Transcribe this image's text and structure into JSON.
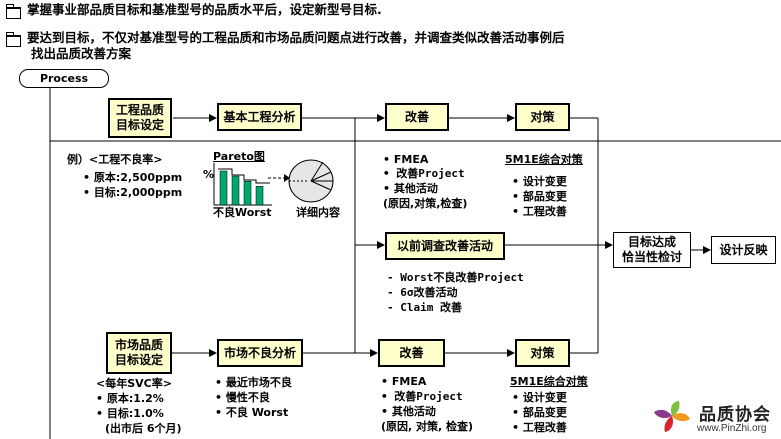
{
  "header": {
    "line1": "掌握事业部品质目标和基准型号的品质水平后，设定新型号目标.",
    "line2": "要达到目标，不仅对基准型号的工程品质和市场品质问题点进行改善，并调查类似改善活动事例后",
    "line3": "找出品质改善方案"
  },
  "process_label": "Process",
  "top_row": {
    "goal_box": [
      "工程品质",
      "目标设定"
    ],
    "analysis_box": "基本工程分析",
    "improve_box": "改善",
    "measure_box": "对策"
  },
  "example": {
    "title": "例）<工程不良率>",
    "items": [
      "• 原本:2,500ppm",
      "• 目标:2,000ppm"
    ],
    "pareto_title": "Pareto图",
    "pareto_percent": "%",
    "pareto_caption": "不良Worst",
    "pie_caption": "详细内容",
    "pareto_values": [
      100,
      85,
      70,
      55
    ]
  },
  "improve_top": {
    "items": [
      "• FMEA",
      "• 改善Project",
      "• 其他活动",
      "(原因,对策,检查)"
    ]
  },
  "measure_top": {
    "title": "5M1E综合对策",
    "items": [
      "• 设计变更",
      "• 部品变更",
      "• 工程改善"
    ]
  },
  "middle": {
    "survey_box": "以前调查改善活动",
    "survey_items": [
      "- Worst不良改善Project",
      "- 6σ改善活动",
      "- Claim 改善"
    ],
    "verify_box": [
      "目标达成",
      "恰当性检讨"
    ],
    "reflect_box": "设计反映"
  },
  "bottom_row": {
    "goal_box": [
      "市场品质",
      "目标设定"
    ],
    "analysis_box": "市场不良分析",
    "improve_box": "改善",
    "measure_box": "对策"
  },
  "svc": {
    "title": "<每年SVC率>",
    "items": [
      "• 原本:1.2%",
      "• 目标:1.0%",
      "(出市后 6个月)"
    ]
  },
  "market_items": [
    "• 最近市场不良",
    "• 慢性不良",
    "• 不良 Worst"
  ],
  "improve_bottom": {
    "items": [
      "• FMEA",
      "• 改善Project",
      "• 其他活动",
      "(原因, 对策, 检查)"
    ]
  },
  "measure_bottom": {
    "title": "5M1E综合对策",
    "items": [
      "• 设计变更",
      "• 部品变更",
      "• 工程改善"
    ]
  },
  "logo": {
    "name": "品质协会",
    "url": "www.PinZhi.org"
  },
  "colors": {
    "box_fill": "#ffffcc",
    "pareto_bar": "#00a86b",
    "logo_green": "#7cc242",
    "logo_orange": "#f39a1e",
    "logo_red": "#d9232d",
    "logo_purple": "#8b3a8f"
  }
}
